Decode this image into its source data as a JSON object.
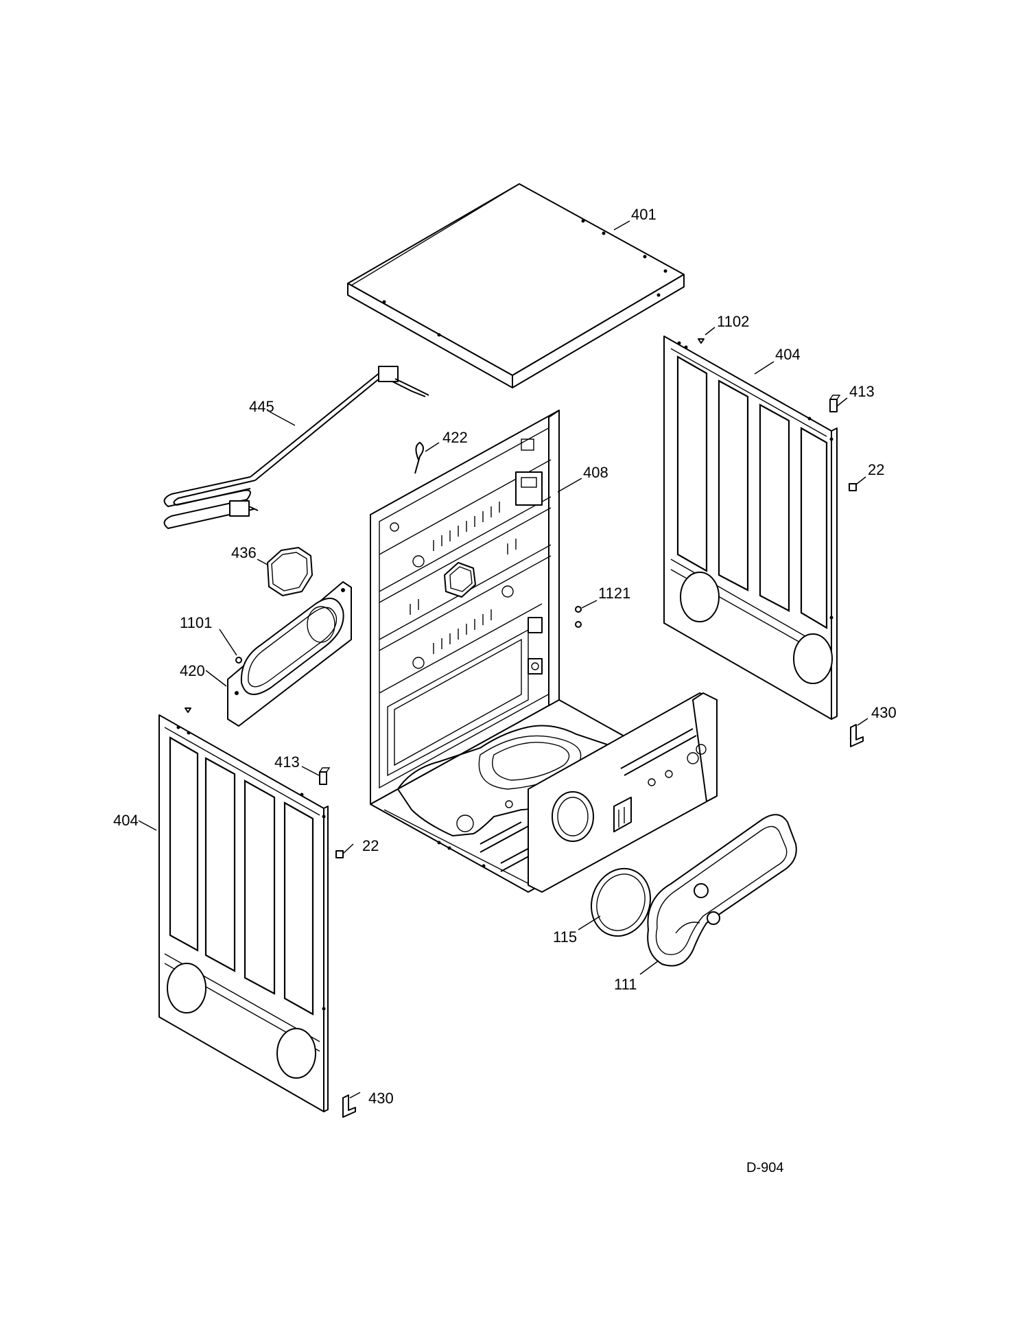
{
  "diagram": {
    "type": "exploded-parts-diagram",
    "drawing_code": "D-904",
    "callouts": [
      {
        "id": "top-panel",
        "label": "401"
      },
      {
        "id": "screw-top-right",
        "label": "1102"
      },
      {
        "id": "side-panel-right",
        "label": "404"
      },
      {
        "id": "clip-right",
        "label": "413"
      },
      {
        "id": "nut-right",
        "label": "22"
      },
      {
        "id": "heater-element",
        "label": "445"
      },
      {
        "id": "wire-tie",
        "label": "422"
      },
      {
        "id": "cabinet-base",
        "label": "408"
      },
      {
        "id": "gasket-436",
        "label": "436"
      },
      {
        "id": "screw-1121",
        "label": "1121"
      },
      {
        "id": "screw-1101",
        "label": "1101"
      },
      {
        "id": "heater-cover",
        "label": "420"
      },
      {
        "id": "clip-left",
        "label": "413"
      },
      {
        "id": "side-panel-left",
        "label": "404"
      },
      {
        "id": "nut-left",
        "label": "22"
      },
      {
        "id": "foot-right",
        "label": "430"
      },
      {
        "id": "seal-115",
        "label": "115"
      },
      {
        "id": "blower-housing",
        "label": "111"
      },
      {
        "id": "foot-left",
        "label": "430"
      }
    ]
  }
}
